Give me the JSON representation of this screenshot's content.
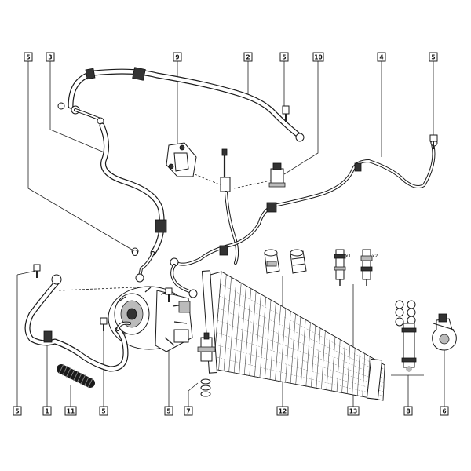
{
  "callouts": [
    {
      "id": "c-top-5a",
      "label": "5"
    },
    {
      "id": "c-top-3",
      "label": "3"
    },
    {
      "id": "c-top-9",
      "label": "9"
    },
    {
      "id": "c-top-2",
      "label": "2"
    },
    {
      "id": "c-top-5b",
      "label": "5"
    },
    {
      "id": "c-top-10",
      "label": "10"
    },
    {
      "id": "c-top-4",
      "label": "4"
    },
    {
      "id": "c-top-5c",
      "label": "5"
    },
    {
      "id": "c-bot-5a",
      "label": "5"
    },
    {
      "id": "c-bot-1",
      "label": "1"
    },
    {
      "id": "c-bot-11",
      "label": "11"
    },
    {
      "id": "c-bot-5b",
      "label": "5"
    },
    {
      "id": "c-bot-5c",
      "label": "5"
    },
    {
      "id": "c-bot-7",
      "label": "7"
    },
    {
      "id": "c-bot-12",
      "label": "12"
    },
    {
      "id": "c-bot-13",
      "label": "13"
    },
    {
      "id": "c-bot-8",
      "label": "8"
    },
    {
      "id": "c-bot-6",
      "label": "6"
    }
  ],
  "valve_labels": {
    "left": "x1",
    "right": "x2"
  }
}
